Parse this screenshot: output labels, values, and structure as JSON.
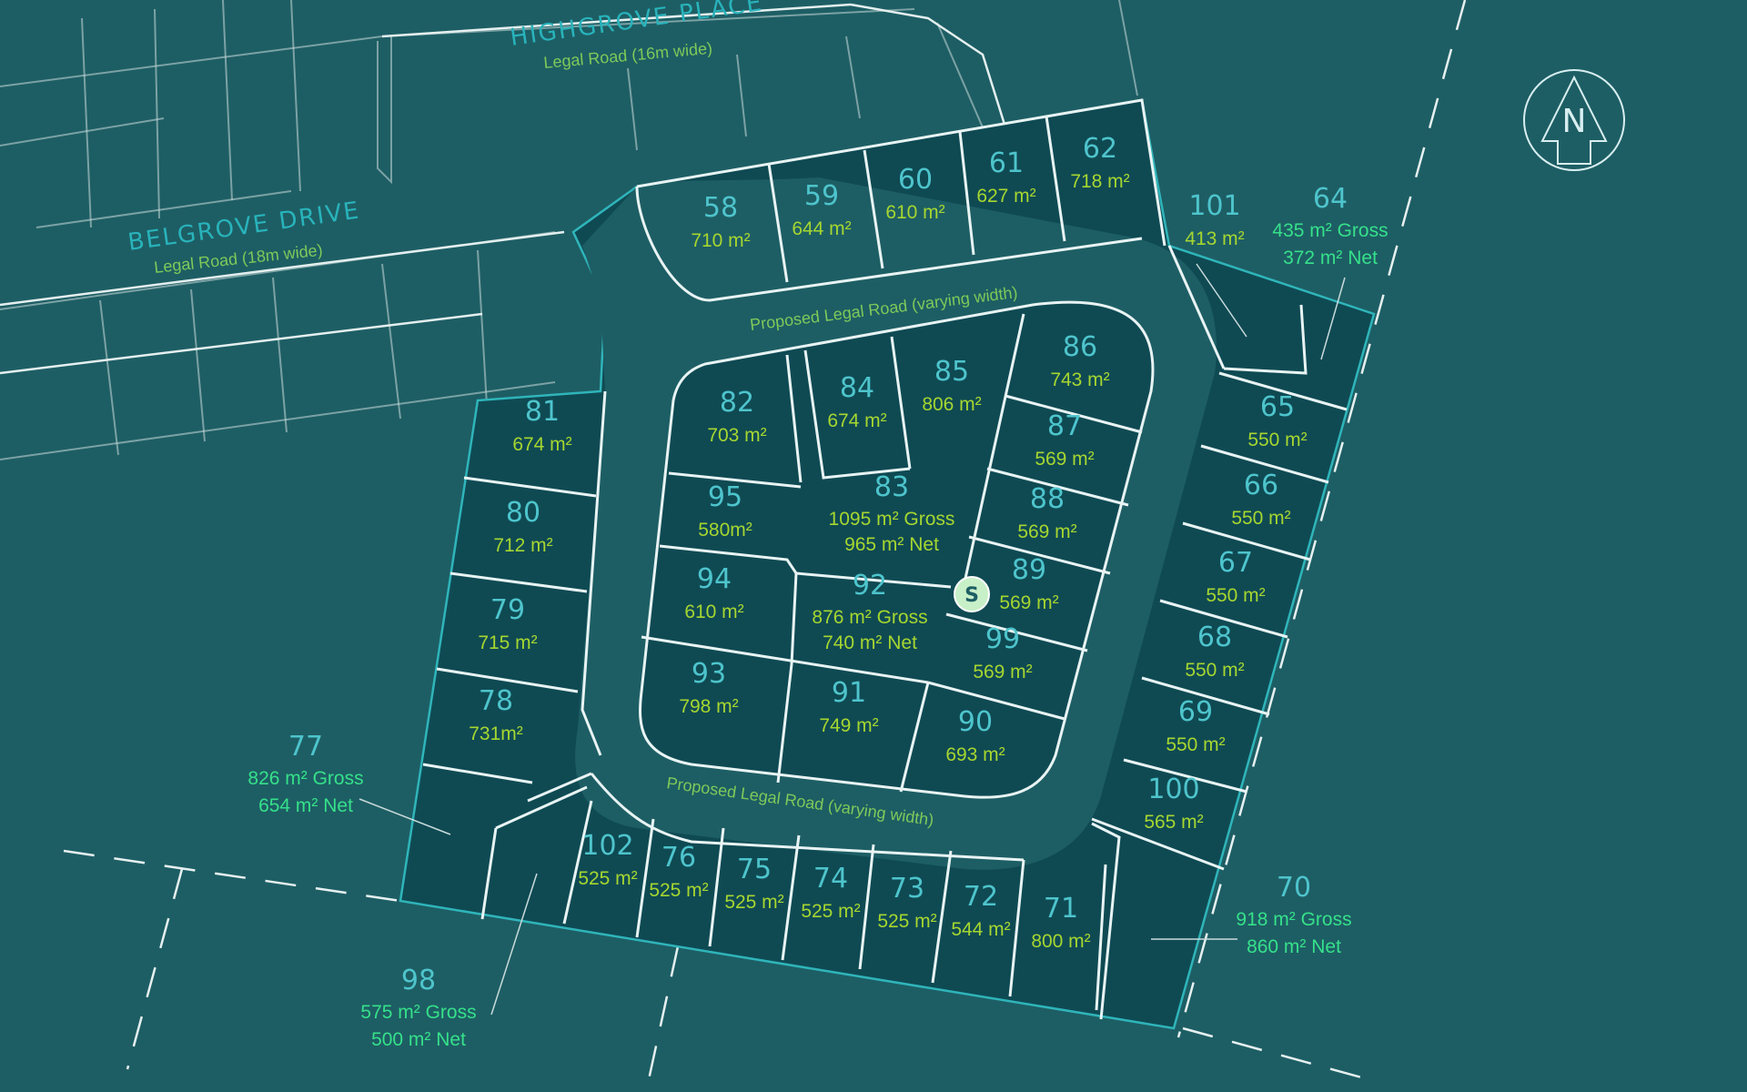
{
  "roads": {
    "highgrove": {
      "name": "HIGHGROVE PLACE",
      "sub": "Legal Road (16m wide)"
    },
    "belgrove": {
      "name": "BELGROVE DRIVE",
      "sub": "Legal Road (18m wide)"
    },
    "proposed_north": "Proposed Legal Road (varying width)",
    "proposed_south": "Proposed Legal Road (varying width)"
  },
  "compass": {
    "letter": "N"
  },
  "sales_marker": {
    "letter": "S"
  },
  "lots": [
    {
      "number": "58",
      "area": "710 m²"
    },
    {
      "number": "59",
      "area": "644 m²"
    },
    {
      "number": "60",
      "area": "610 m²"
    },
    {
      "number": "61",
      "area": "627 m²"
    },
    {
      "number": "62",
      "area": "718 m²"
    },
    {
      "number": "101",
      "area": "413 m²"
    },
    {
      "number": "64",
      "gross": "435 m² Gross",
      "net": "372 m² Net"
    },
    {
      "number": "65",
      "area": "550 m²"
    },
    {
      "number": "66",
      "area": "550 m²"
    },
    {
      "number": "67",
      "area": "550 m²"
    },
    {
      "number": "68",
      "area": "550 m²"
    },
    {
      "number": "69",
      "area": "550 m²"
    },
    {
      "number": "100",
      "area": "565 m²"
    },
    {
      "number": "70",
      "gross": "918 m² Gross",
      "net": "860 m² Net"
    },
    {
      "number": "71",
      "area": "800 m²"
    },
    {
      "number": "72",
      "area": "544 m²"
    },
    {
      "number": "73",
      "area": "525 m²"
    },
    {
      "number": "74",
      "area": "525 m²"
    },
    {
      "number": "75",
      "area": "525 m²"
    },
    {
      "number": "76",
      "area": "525 m²"
    },
    {
      "number": "102",
      "area": "525 m²"
    },
    {
      "number": "98",
      "gross": "575 m² Gross",
      "net": "500 m² Net"
    },
    {
      "number": "77",
      "gross": "826 m² Gross",
      "net": "654 m² Net"
    },
    {
      "number": "78",
      "area": "731m²"
    },
    {
      "number": "79",
      "area": "715 m²"
    },
    {
      "number": "80",
      "area": "712 m²"
    },
    {
      "number": "81",
      "area": "674 m²"
    },
    {
      "number": "82",
      "area": "703 m²"
    },
    {
      "number": "84",
      "area": "674 m²"
    },
    {
      "number": "85",
      "area": "806 m²"
    },
    {
      "number": "86",
      "area": "743 m²"
    },
    {
      "number": "87",
      "area": "569 m²"
    },
    {
      "number": "88",
      "area": "569 m²"
    },
    {
      "number": "89",
      "area": "569 m²"
    },
    {
      "number": "99",
      "area": "569 m²"
    },
    {
      "number": "90",
      "area": "693 m²"
    },
    {
      "number": "91",
      "area": "749 m²"
    },
    {
      "number": "93",
      "area": "798 m²"
    },
    {
      "number": "94",
      "area": "610 m²"
    },
    {
      "number": "95",
      "area": "580m²"
    },
    {
      "number": "83",
      "gross": "1095 m² Gross",
      "net": "965 m² Net"
    },
    {
      "number": "92",
      "gross": "876 m² Gross",
      "net": "740 m² Net"
    }
  ]
}
